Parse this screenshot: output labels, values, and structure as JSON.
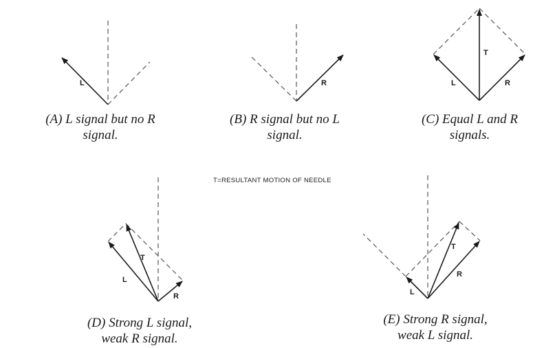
{
  "legend": "T=RESULTANT MOTION OF NEEDLE",
  "panels": [
    {
      "id": "A",
      "caption_line1": "(A) L signal but no R",
      "caption_line2": "signal.",
      "labels": {
        "L": "L"
      }
    },
    {
      "id": "B",
      "caption_line1": "(B) R signal but no L",
      "caption_line2": "signal.",
      "labels": {
        "R": "R"
      }
    },
    {
      "id": "C",
      "caption_line1": "(C) Equal L and R",
      "caption_line2": "signals.",
      "labels": {
        "L": "L",
        "R": "R",
        "T": "T"
      }
    },
    {
      "id": "D",
      "caption_line1": "(D) Strong L signal,",
      "caption_line2": "weak R signal.",
      "labels": {
        "L": "L",
        "R": "R",
        "T": "T"
      }
    },
    {
      "id": "E",
      "caption_line1": "(E) Strong R signal,",
      "caption_line2": "weak L signal.",
      "labels": {
        "L": "L",
        "R": "R",
        "T": "T"
      }
    }
  ]
}
